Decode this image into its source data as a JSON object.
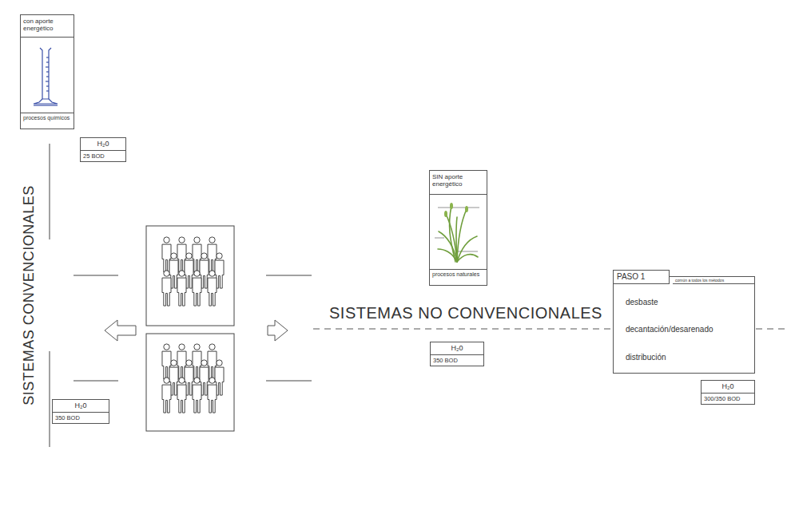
{
  "diagram": {
    "nodes": [
      {
        "text": [
          "con aporte energético",
          "procesos químicos"
        ]
      },
      {
        "text": [
          "H₂0",
          "25 BOD"
        ]
      },
      {
        "text": [
          "H₂0",
          "350 BOD"
        ]
      },
      {
        "text": [
          "SIN aporte energético",
          "procesos naturales"
        ]
      },
      {
        "text": [
          "H₂0",
          "350 BOD"
        ]
      },
      {
        "text": [
          "PASO 1",
          "común a todos los métodos",
          "desbaste",
          "decantación/desarenado",
          "distribución"
        ]
      },
      {
        "text": [
          "H₂0",
          "300/350 BOD"
        ]
      }
    ],
    "labels": [
      "SISTEMAS CONVENCIONALES",
      "SISTEMAS NO CONVENCIONALES"
    ]
  }
}
